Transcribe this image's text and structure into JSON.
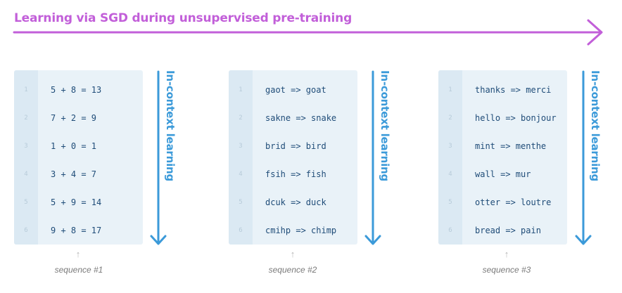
{
  "title": "Learning via SGD during unsupervised pre-training",
  "colors": {
    "title": "#c25fd9",
    "icl_arrow": "#3b9ad9",
    "panel_bg": "#e9f2f8",
    "code": "#1f4c78"
  },
  "icl_label": "In-context learning",
  "up_arrow_glyph": "↑",
  "sequences": [
    {
      "label": "sequence #1",
      "lines": [
        {
          "n": "1",
          "text": "5 + 8 = 13"
        },
        {
          "n": "2",
          "text": "7 + 2 = 9"
        },
        {
          "n": "3",
          "text": "1 + 0 = 1"
        },
        {
          "n": "4",
          "text": "3 + 4 = 7"
        },
        {
          "n": "5",
          "text": "5 + 9 = 14"
        },
        {
          "n": "6",
          "text": "9 + 8 = 17"
        }
      ]
    },
    {
      "label": "sequence #2",
      "lines": [
        {
          "n": "1",
          "text": "gaot => goat"
        },
        {
          "n": "2",
          "text": "sakne => snake"
        },
        {
          "n": "3",
          "text": "brid => bird"
        },
        {
          "n": "4",
          "text": "fsih => fish"
        },
        {
          "n": "5",
          "text": "dcuk => duck"
        },
        {
          "n": "6",
          "text": "cmihp => chimp"
        }
      ]
    },
    {
      "label": "sequence #3",
      "lines": [
        {
          "n": "1",
          "text": "thanks => merci"
        },
        {
          "n": "2",
          "text": "hello => bonjour"
        },
        {
          "n": "3",
          "text": "mint => menthe"
        },
        {
          "n": "4",
          "text": "wall => mur"
        },
        {
          "n": "5",
          "text": "otter => loutre"
        },
        {
          "n": "6",
          "text": "bread => pain"
        }
      ]
    }
  ]
}
